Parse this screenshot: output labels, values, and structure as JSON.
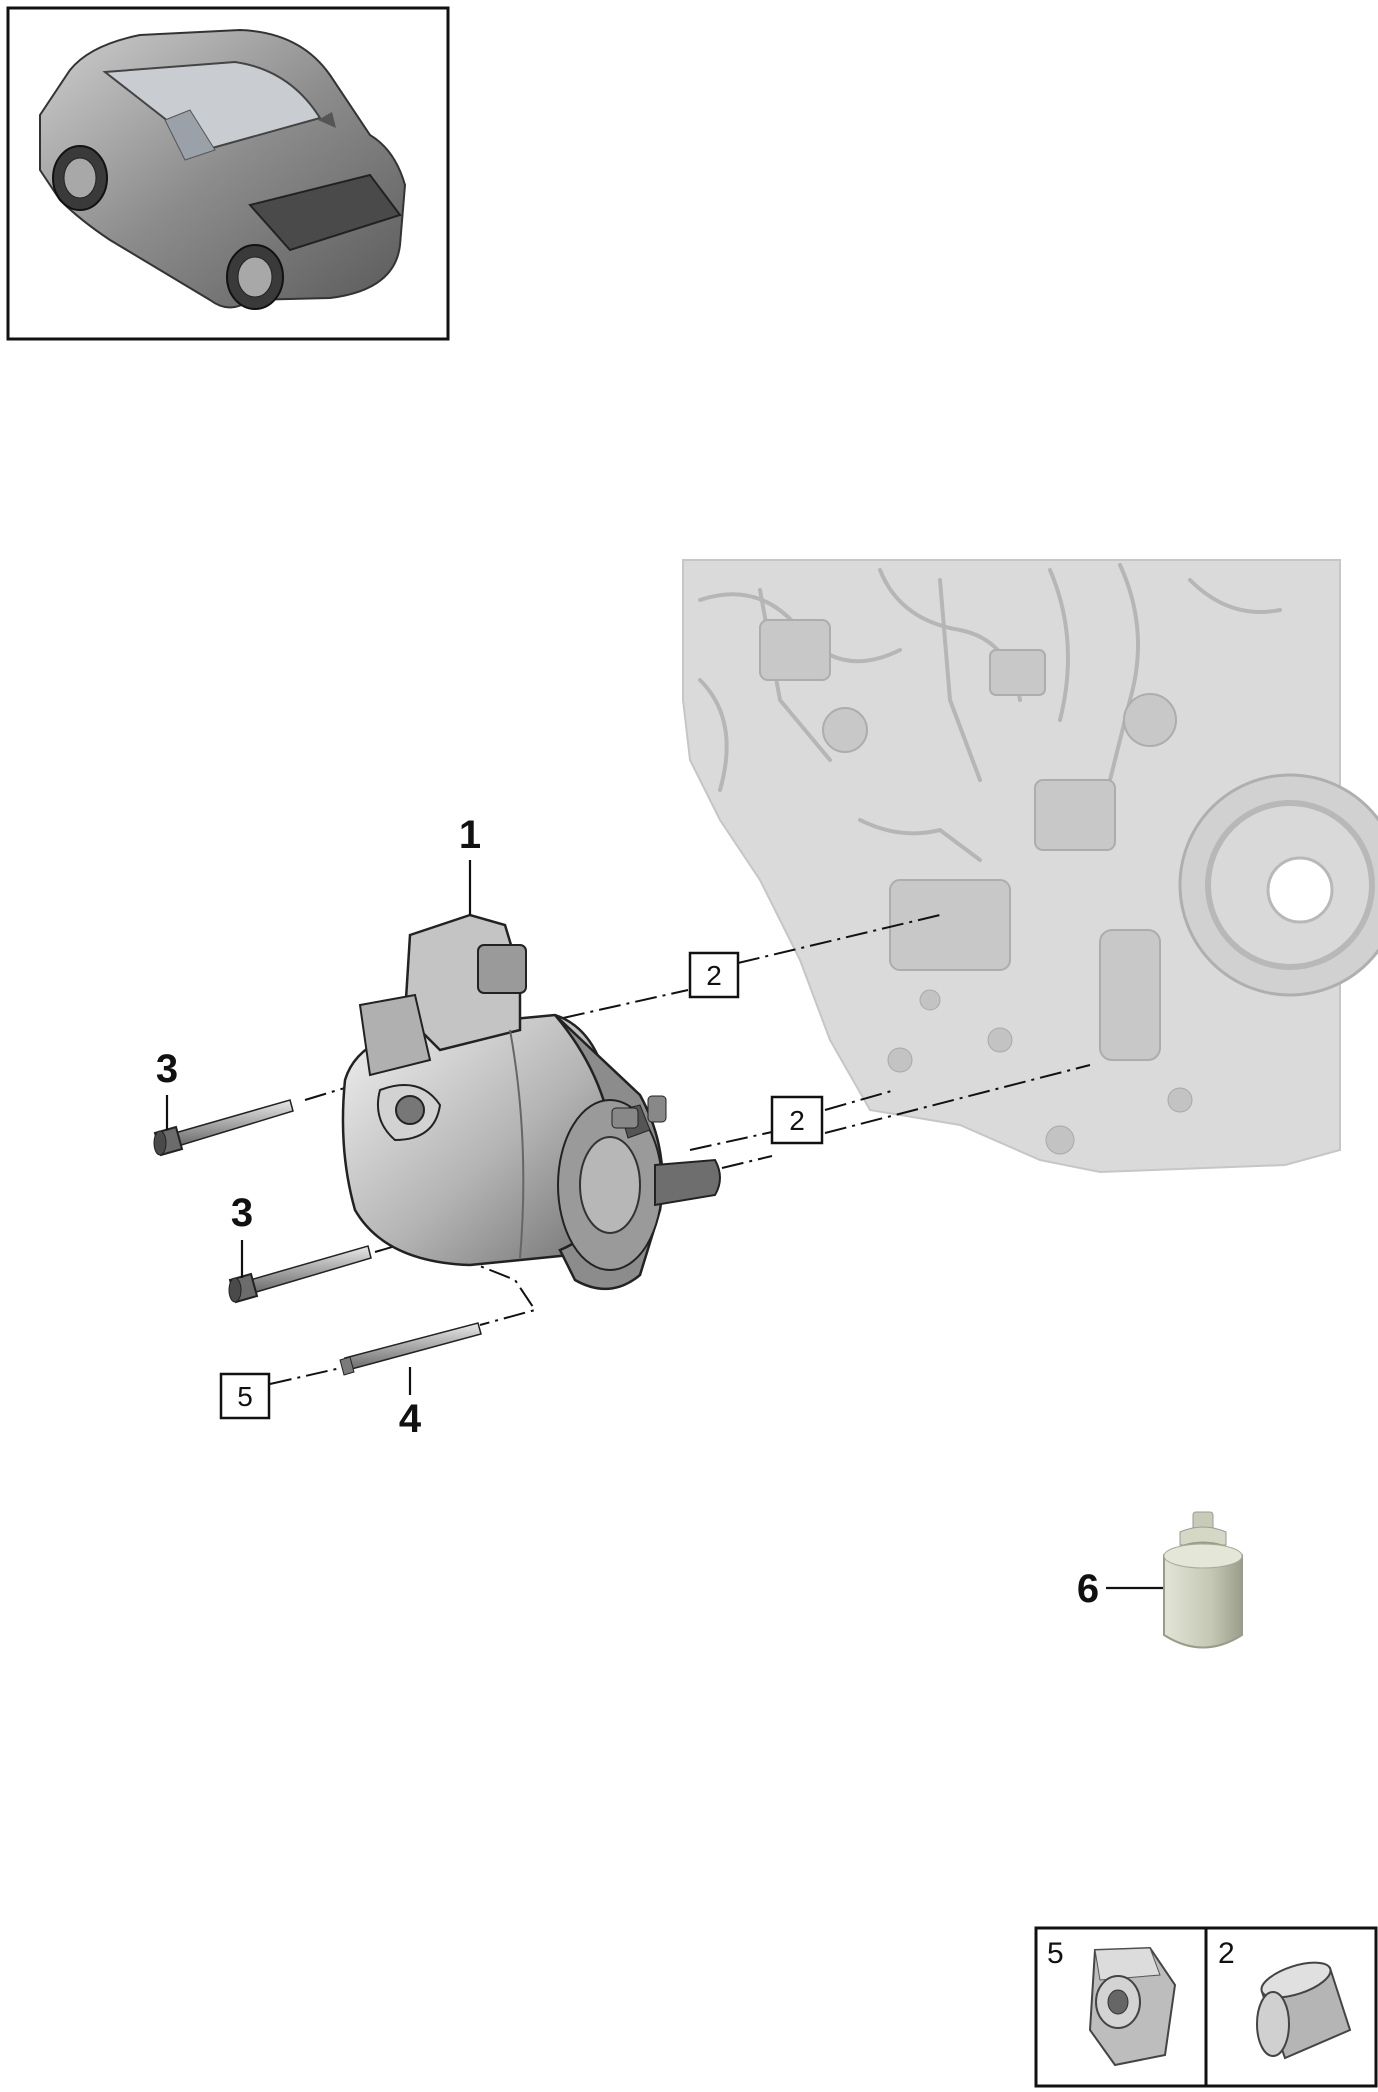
{
  "diagram": {
    "callouts": [
      {
        "id": "callout-1",
        "label": "1"
      },
      {
        "id": "callout-3a",
        "label": "3"
      },
      {
        "id": "callout-3b",
        "label": "3"
      },
      {
        "id": "callout-4",
        "label": "4"
      },
      {
        "id": "callout-6",
        "label": "6"
      }
    ],
    "reference_boxes": [
      {
        "id": "ref-2a",
        "label": "2"
      },
      {
        "id": "ref-2b",
        "label": "2"
      },
      {
        "id": "ref-5",
        "label": "5"
      }
    ],
    "legend": [
      {
        "id": "legend-5",
        "label": "5"
      },
      {
        "id": "legend-2",
        "label": "2"
      }
    ]
  }
}
